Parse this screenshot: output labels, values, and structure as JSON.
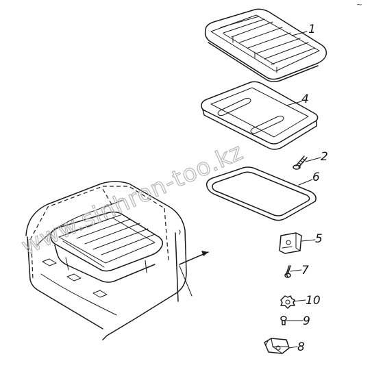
{
  "watermark": "www.sinhron-too.kz",
  "corner_mark": "~",
  "callouts": [
    {
      "id": "1",
      "label": "1"
    },
    {
      "id": "4",
      "label": "4"
    },
    {
      "id": "2",
      "label": "2"
    },
    {
      "id": "6",
      "label": "6"
    },
    {
      "id": "5",
      "label": "5"
    },
    {
      "id": "7",
      "label": "7"
    },
    {
      "id": "10",
      "label": "10"
    },
    {
      "id": "9",
      "label": "9"
    },
    {
      "id": "8",
      "label": "8"
    }
  ]
}
